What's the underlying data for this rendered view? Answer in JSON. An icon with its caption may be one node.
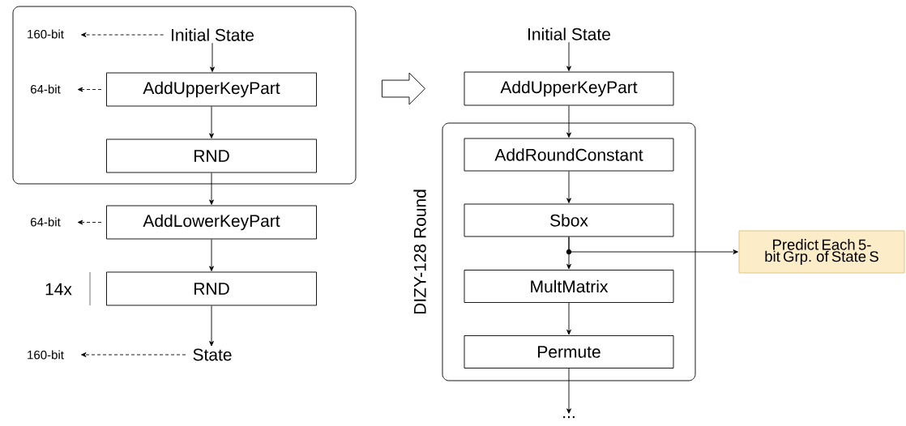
{
  "diagram": {
    "nodes": [
      {
        "text": [],
        "shape": "box"
      },
      {
        "text": [
          "160-bit"
        ],
        "in": 0
      },
      {
        "text": [
          "Initial State"
        ],
        "in": 0
      },
      {
        "text": [
          "64-bit"
        ],
        "in": 0
      },
      {
        "text": [
          "AddUpperKeyPart"
        ],
        "in": 0
      },
      {
        "text": [
          "RND"
        ],
        "in": 0
      },
      {
        "text": [
          "64-bit"
        ]
      },
      {
        "text": [
          "AddLowerKeyPart"
        ]
      },
      {
        "text": [
          "RND"
        ]
      },
      {
        "text": [
          "160-bit"
        ]
      },
      {
        "text": [
          "State"
        ]
      },
      {
        "text": [
          "Initial State"
        ]
      },
      {
        "text": [
          "AddUpperKeyPart"
        ]
      },
      {
        "text": [
          "DIZY-128 Round"
        ]
      },
      {
        "text": [
          "AddRoundConstant"
        ],
        "in": 13
      },
      {
        "text": [
          "Sbox"
        ],
        "in": 13
      },
      {
        "text": [
          "MultMatrix"
        ],
        "in": 13
      },
      {
        "text": [
          "Permute"
        ],
        "in": 13
      },
      {
        "text": [
          "..."
        ]
      },
      {
        "text": [
          "Predict Each 5-bit Grp. of State S"
        ]
      }
    ],
    "edges": [
      {
        "from": 2,
        "to": 1,
        "arrow": "to",
        "style": "dashed"
      },
      {
        "from": 2,
        "to": 4,
        "arrow": "to"
      },
      {
        "from": 4,
        "to": 3,
        "arrow": "to",
        "style": "dashed"
      },
      {
        "from": 4,
        "to": 5,
        "arrow": "to"
      },
      {
        "from": 5,
        "to": 7,
        "arrow": "to"
      },
      {
        "from": 7,
        "to": 6,
        "arrow": "to",
        "style": "dashed"
      },
      {
        "from": 7,
        "to": 8,
        "arrow": "to"
      },
      {
        "from": 8,
        "to": 10,
        "arrow": "to"
      },
      {
        "from": 10,
        "to": 9,
        "arrow": "to",
        "style": "dashed"
      },
      {
        "from": 0,
        "to": 12,
        "arrow": "to"
      },
      {
        "from": 11,
        "to": 12,
        "arrow": "to"
      },
      {
        "from": 12,
        "to": 14,
        "arrow": "to"
      },
      {
        "from": 14,
        "to": 15,
        "arrow": "to"
      },
      {
        "from": 15,
        "to": 16,
        "arrow": "to"
      },
      {
        "from": 15,
        "to": 19,
        "arrow": "to"
      },
      {
        "from": 16,
        "to": 17,
        "arrow": "to"
      },
      {
        "from": 17,
        "to": 18,
        "arrow": "to"
      }
    ],
    "labels": [
      "14x"
    ]
  }
}
